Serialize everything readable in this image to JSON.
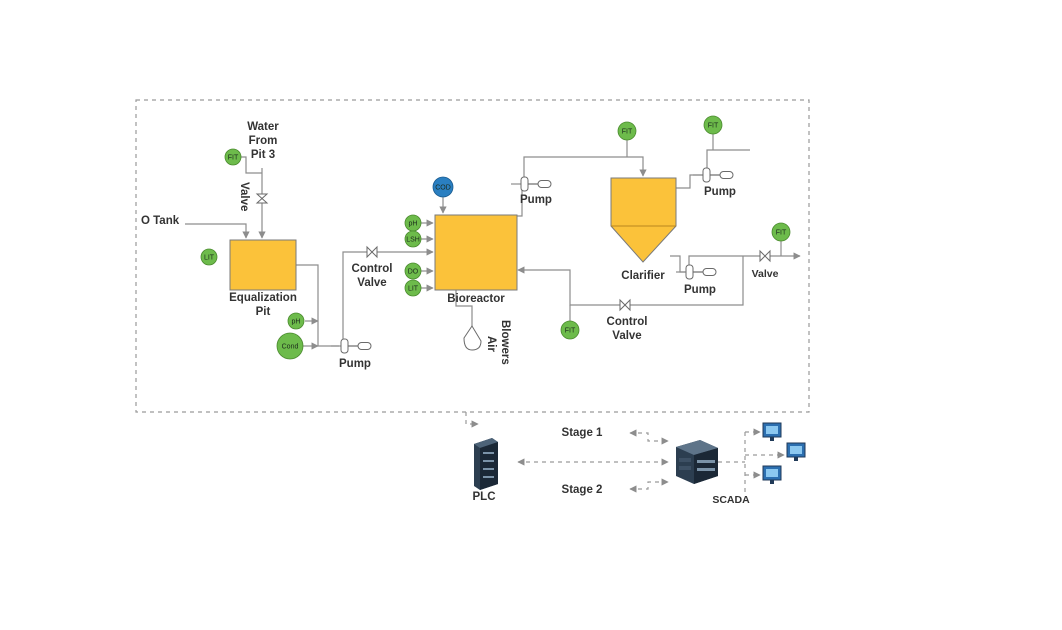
{
  "labels": {
    "water_from_pit": [
      "Water",
      "From",
      "Pit 3"
    ],
    "valve_vertical": "Valve",
    "o_tank": "O Tank",
    "equalization_pit": [
      "Equalization",
      "Pit"
    ],
    "control_valve_1": [
      "Control",
      "Valve"
    ],
    "pump_1": "Pump",
    "bioreactor": "Bioreactor",
    "pump_2": "Pump",
    "air_blowers": [
      "Air",
      "Blowers"
    ],
    "clarifier": "Clarifier",
    "pump_3": "Pump",
    "pump_4": "Pump",
    "valve_right": "Valve",
    "control_valve_2": [
      "Control",
      "Valve"
    ],
    "stage_1": "Stage 1",
    "stage_2": "Stage 2",
    "plc": "PLC",
    "scada": "SCADA"
  },
  "instruments": {
    "fit_top_left": "FIT",
    "lit_eq": "LIT",
    "ph_eq": "pH",
    "cond": "Cond",
    "cod": "COD",
    "ph_bio": "pH",
    "lsh": "LSH",
    "do": "DO",
    "lit_bio": "LIT",
    "fit_clarifier": "FIT",
    "fit_top_right": "FIT",
    "fit_right": "FIT",
    "fit_return": "FIT"
  },
  "colors": {
    "tank": "#fbc23a",
    "instrument": "#6dbb4b",
    "cod_instrument": "#2a7fc1",
    "pipe": "#8d8d8d",
    "boundary": "#9a9a9a"
  },
  "icons": [
    "valve-icon",
    "pump-icon",
    "air-blower-icon",
    "server-icon",
    "monitor-icon"
  ]
}
